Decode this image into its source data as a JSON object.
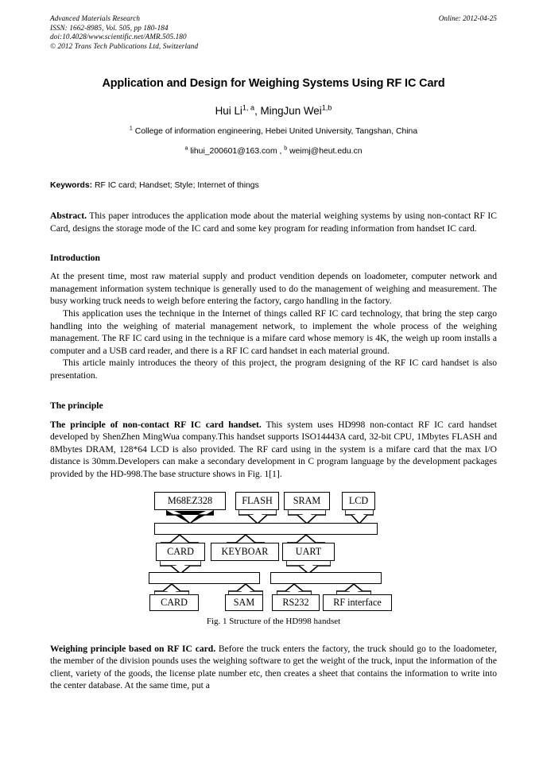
{
  "journal": {
    "name": "Advanced Materials Research",
    "issn": "ISSN: 1662-8985, Vol. 505, pp 180-184",
    "doi": "doi:10.4028/www.scientific.net/AMR.505.180",
    "copyright": "© 2012 Trans Tech Publications Ltd, Switzerland",
    "online": "Online: 2012-04-25"
  },
  "paper": {
    "title": "Application and Design for Weighing Systems Using RF IC Card",
    "author1_name": "Hui Li",
    "author1_sup": "1, a",
    "author_sep": ", ",
    "author2_name": "MingJun Wei",
    "author2_sup": "1,b",
    "affiliation_sup": "1",
    "affiliation": " College of information engineering, Hebei United University, Tangshan, China",
    "email1_sup": "a",
    "email1": " lihui_200601@163.com ",
    "email_sep": ", ",
    "email2_sup": "b",
    "email2": " weimj@heut.edu.cn"
  },
  "keywords": {
    "label": "Keywords:",
    "value": " RF IC card; Handset; Style; Internet of things"
  },
  "abstract": {
    "label": "Abstract.",
    "text": " This paper introduces the application mode about the material weighing systems by using non-contact RF IC Card, designs the storage mode of the IC card and some key program for reading information from handset IC card."
  },
  "sections": {
    "introduction": {
      "heading": "Introduction",
      "p1": "At the present time, most raw material supply and product vendition depends on loadometer, computer network and management information system technique is generally used to do the management of weighing and measurement. The busy working truck needs to weigh before entering the factory, cargo handling in the factory.",
      "p2": "This application uses the technique in the Internet of things called RF IC card technology, that bring the step cargo handling into the weighing of material management network, to implement the whole process of the weighing management. The RF IC card using in the technique is a mifare card whose memory is 4K, the weigh up room installs a computer and a USB card reader, and there is a RF IC card handset in each material ground.",
      "p3": "This article mainly introduces the theory of this project, the program designing of the RF IC card handset is also presentation."
    },
    "principle": {
      "heading": "The principle",
      "sub1_label": "The principle of non-contact RF IC card handset.",
      "sub1_text": " This system uses HD998 non-contact RF IC card handset developed by ShenZhen MingWua company.This handset supports ISO14443A card, 32-bit CPU, 1Mbytes FLASH and 8Mbytes DRAM, 128*64 LCD is also provided. The RF card using in the system is a mifare card that the max I/O distance is 30mm.Developers can make a secondary development in C program language by the development packages provided by the HD-998.The base structure shows in Fig. 1[1].",
      "sub2_label": "Weighing principle based on RF IC card.",
      "sub2_text": " Before the truck enters the factory, the truck should go to the loadometer, the member of the division pounds uses the weighing software to get the weight of the truck, input the information of the client, variety of the goods, the license plate number etc, then creates a sheet that contains the information to write into the center database. At the same time, put a"
    }
  },
  "figure": {
    "caption": "Fig. 1 Structure of the HD998 handset",
    "blocks": {
      "cpu": "M68EZ328",
      "flash": "FLASH",
      "sram": "SRAM",
      "lcd": "LCD",
      "card_mid": "CARD",
      "keyboar": "KEYBOAR",
      "uart": "UART",
      "card_bot": "CARD",
      "sam": "SAM",
      "rs232": "RS232",
      "rf_interface": "RF interface"
    }
  }
}
